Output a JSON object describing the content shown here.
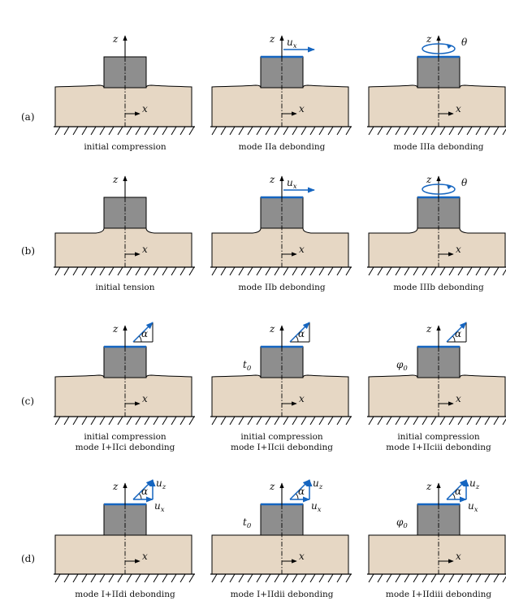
{
  "row_labels": [
    "(a)",
    "(b)",
    "(c)",
    "(d)"
  ],
  "axis_labels": {
    "z": "z",
    "x": "x"
  },
  "symbols": {
    "ux": "u",
    "ux_sub": "x",
    "uz": "u",
    "uz_sub": "z",
    "theta": "θ",
    "alpha": "α",
    "t0": "t",
    "t0_sub": "0",
    "phi0": "φ",
    "phi0_sub": "0"
  },
  "colors": {
    "soft": "#e6d7c4",
    "stamp": "#8e8e8e",
    "blue": "#1565c0",
    "ink": "#000000"
  },
  "panels": [
    {
      "id": "a1",
      "row": 0,
      "col": 0,
      "shape": "compression",
      "load": "none",
      "caption_lines": [
        "initial compression"
      ]
    },
    {
      "id": "a2",
      "row": 0,
      "col": 1,
      "shape": "compression",
      "load": "ux",
      "caption_lines": [
        "mode IIa debonding"
      ]
    },
    {
      "id": "a3",
      "row": 0,
      "col": 2,
      "shape": "compression",
      "load": "theta",
      "caption_lines": [
        "mode IIIa debonding"
      ]
    },
    {
      "id": "b1",
      "row": 1,
      "col": 0,
      "shape": "tension",
      "load": "none",
      "caption_lines": [
        "initial tension"
      ]
    },
    {
      "id": "b2",
      "row": 1,
      "col": 1,
      "shape": "tension",
      "load": "ux",
      "caption_lines": [
        "mode IIb debonding"
      ]
    },
    {
      "id": "b3",
      "row": 1,
      "col": 2,
      "shape": "tension",
      "load": "theta",
      "caption_lines": [
        "mode IIIb debonding"
      ]
    },
    {
      "id": "c1",
      "row": 2,
      "col": 0,
      "shape": "compression",
      "load": "alpha",
      "side": "",
      "caption_lines": [
        "initial compression",
        "mode I+IIci debonding"
      ]
    },
    {
      "id": "c2",
      "row": 2,
      "col": 1,
      "shape": "compression",
      "load": "alpha",
      "side": "t0",
      "caption_lines": [
        "initial compression",
        "mode I+IIcii debonding"
      ]
    },
    {
      "id": "c3",
      "row": 2,
      "col": 2,
      "shape": "compression",
      "load": "alpha",
      "side": "phi0",
      "caption_lines": [
        "initial compression",
        "mode I+IIciii debonding"
      ]
    },
    {
      "id": "d1",
      "row": 3,
      "col": 0,
      "shape": "flat",
      "load": "alpha_uxz",
      "side": "",
      "caption_lines": [
        "mode I+IIdi debonding"
      ]
    },
    {
      "id": "d2",
      "row": 3,
      "col": 1,
      "shape": "flat",
      "load": "alpha_uxz",
      "side": "t0",
      "caption_lines": [
        "mode I+IIdii debonding"
      ]
    },
    {
      "id": "d3",
      "row": 3,
      "col": 2,
      "shape": "flat",
      "load": "alpha_uxz",
      "side": "phi0",
      "caption_lines": [
        "mode I+IIdiii debonding"
      ]
    }
  ]
}
